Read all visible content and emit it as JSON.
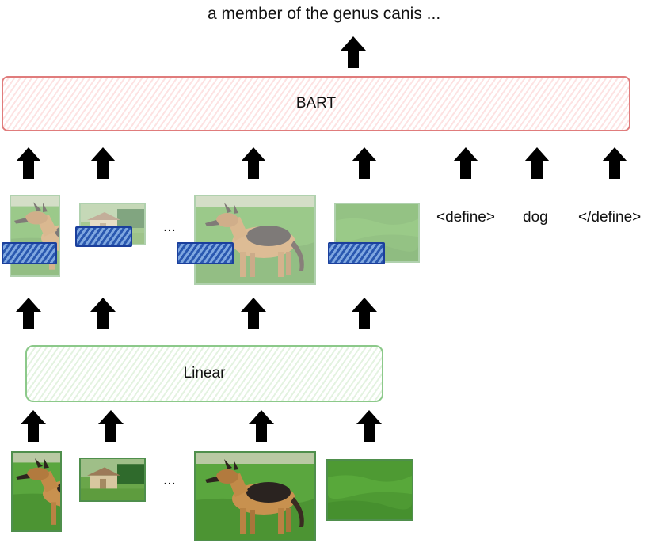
{
  "output_text": "a member of the genus canis ...",
  "bart_label": "BART",
  "linear_label": "Linear",
  "ellipsis_top": "...",
  "ellipsis_bottom": "...",
  "tokens": {
    "define_open": "<define>",
    "word": "dog",
    "define_close": "</define>"
  },
  "colors": {
    "bart_border": "#e07c7c",
    "linear_border": "#8cc98a",
    "arrow_stroke": "#7a9cc4",
    "visual_token": "#2a58b0"
  }
}
